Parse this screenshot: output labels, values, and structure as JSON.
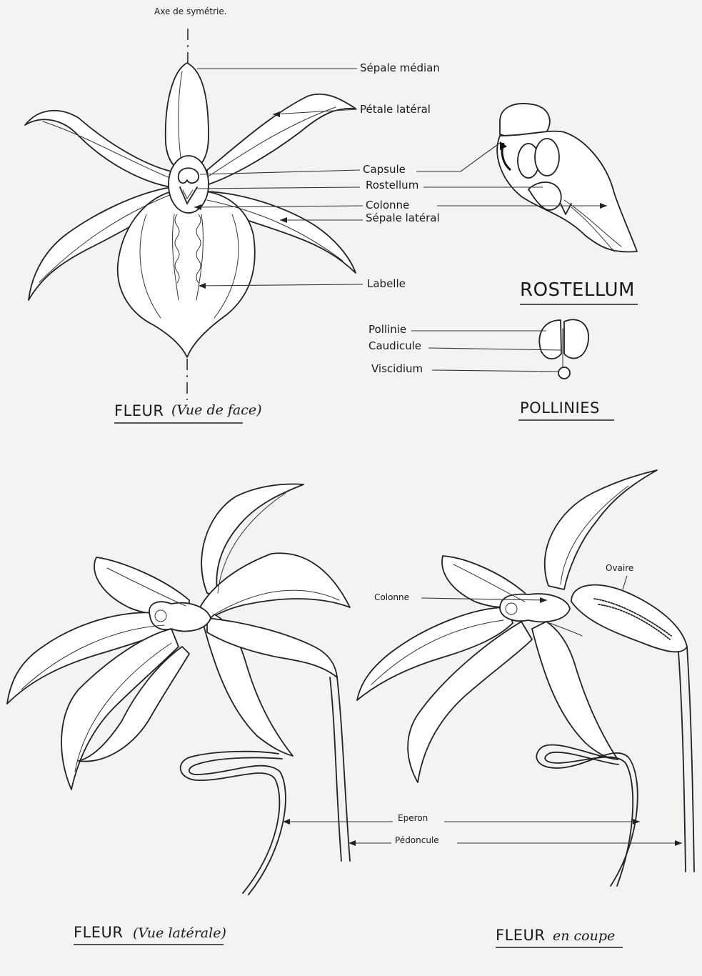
{
  "labels": {
    "axis": "Axe de symétrie.",
    "sepal_median": "Sépale médian",
    "petal_lateral": "Pétale latéral",
    "capsule": "Capsule",
    "rostellum": "Rostellum",
    "colonne": "Colonne",
    "sepal_lateral": "Sépale latéral",
    "labelle": "Labelle",
    "pollinie": "Pollinie",
    "caudicule": "Caudicule",
    "viscidium": "Viscidium",
    "ovaire": "Ovaire",
    "colonne_section": "Colonne",
    "eperon": "Eperon",
    "pedoncule": "Pédoncule"
  },
  "captions": {
    "front_main": "FLEUR",
    "front_sub": "(Vue de face)",
    "rostellum": "ROSTELLUM",
    "pollinies": "POLLINIES",
    "side_main": "FLEUR",
    "side_sub": "(Vue latérale)",
    "section_main": "FLEUR",
    "section_sub": "en coupe"
  },
  "colors": {
    "ink": "#1a1a1a",
    "paper": "#f3f3f1"
  }
}
